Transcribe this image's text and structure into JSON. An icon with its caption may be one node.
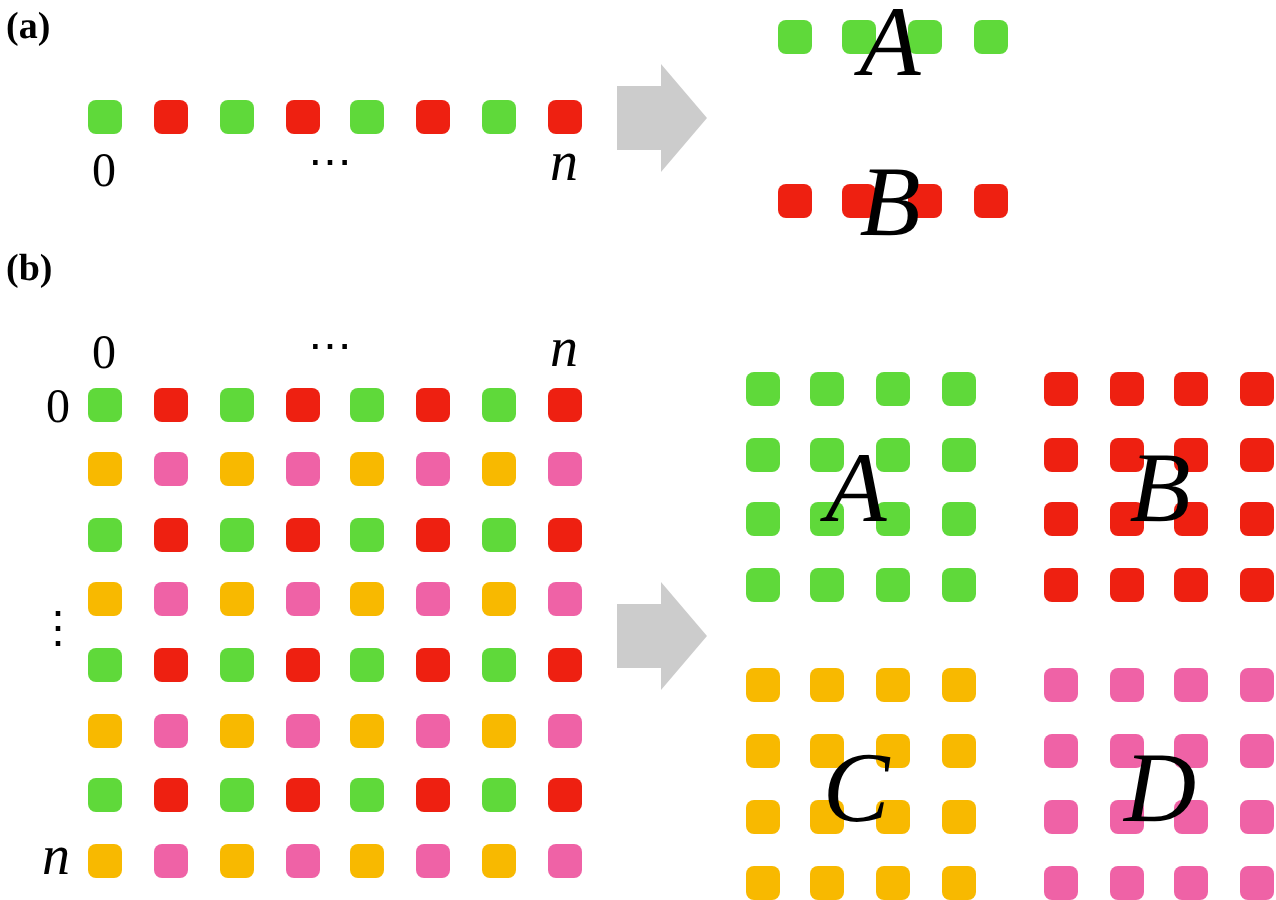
{
  "diagram": {
    "nodes": [
      {
        "text": [],
        "shape": "picture",
        "beside": [
          "0",
          "⋯",
          "n"
        ]
      },
      {
        "text": [
          "A"
        ]
      },
      {
        "text": [
          "B"
        ]
      },
      {
        "text": [],
        "shape": "picture",
        "beside": [
          "0",
          "⋯",
          "n",
          "0",
          "⋮",
          "n"
        ]
      },
      {
        "text": [
          "A"
        ]
      },
      {
        "text": [
          "B"
        ]
      },
      {
        "text": [
          "C"
        ]
      },
      {
        "text": [
          "D"
        ]
      }
    ],
    "edges": [
      {
        "from": 0,
        "to": 1,
        "arrow": "to"
      },
      {
        "from": 0,
        "to": 2,
        "arrow": "to"
      },
      {
        "from": 3,
        "to": null,
        "arrow": "to"
      }
    ],
    "labels": [
      "(a)",
      "(b)"
    ]
  }
}
